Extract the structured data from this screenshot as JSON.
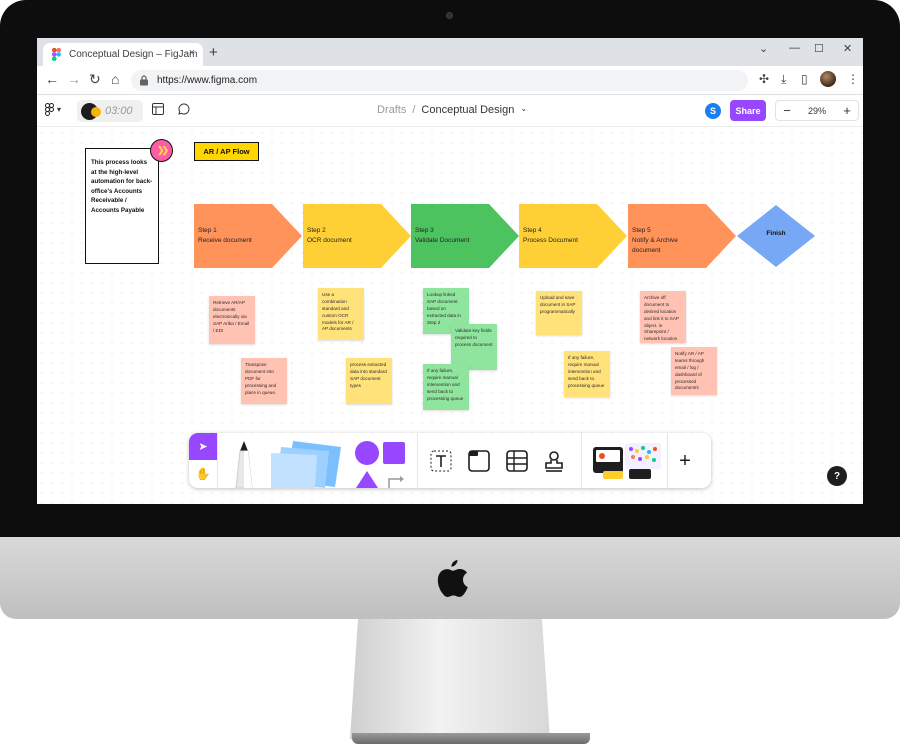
{
  "browser": {
    "tab_title": "Conceptual Design – FigJam",
    "tab_close": "×",
    "new_tab": "+",
    "url": "https://www.figma.com"
  },
  "figjam": {
    "timer": "03:00",
    "breadcrumb_parent": "Drafts",
    "breadcrumb_separator": "/",
    "file_name": "Conceptual Design",
    "avatar_initial": "S",
    "share_label": "Share",
    "zoom_level": "29%",
    "zoom_minus": "−",
    "zoom_plus": "+"
  },
  "board": {
    "intro_text": "This process looks at the high-level automation for back-office's Accounts Receivable / Accounts Payable",
    "flow_title": "AR / AP Flow",
    "steps": [
      {
        "number": "Step 1",
        "label": "Receive document",
        "color": "#ff9359"
      },
      {
        "number": "Step 2",
        "label": "OCR document",
        "color": "#ffd035"
      },
      {
        "number": "Step 3",
        "label": "Validate Document",
        "color": "#4dc35f"
      },
      {
        "number": "Step 4",
        "label": "Process Document",
        "color": "#ffd035"
      },
      {
        "number": "Step 5",
        "label": "Notify & Archive document",
        "color": "#ff9359"
      }
    ],
    "finish_label": "Finish",
    "finish_color": "#77a8f5",
    "stickies": {
      "s1": "Retrieve AR/AP documents electronically via SAP Ariba / Email / EDI",
      "s2": "Transpose document into PDF for processing and place in queue.",
      "s3": "Use a combination standard and custom OCR models for AR / AP documents",
      "s4": "process extracted data into standard SAP document types",
      "s5": "Lookup linked SAP document based on extracted data in Step 2",
      "s6": "Validate key fields required to process document",
      "s7": "If any failure, require manual intervention and send back to processing queue",
      "s8": "Upload and save document in SAP programmatically",
      "s9": "If any failure, require manual intervention and send back to processing queue",
      "s10": "Archive off document to desired location and link it to SAP object. ie Sharepoint / network location",
      "s11": "Notify AR / AP teams through email / log / dashboard of processed document/s"
    }
  },
  "toolbar": {
    "help": "?",
    "add": "+"
  }
}
